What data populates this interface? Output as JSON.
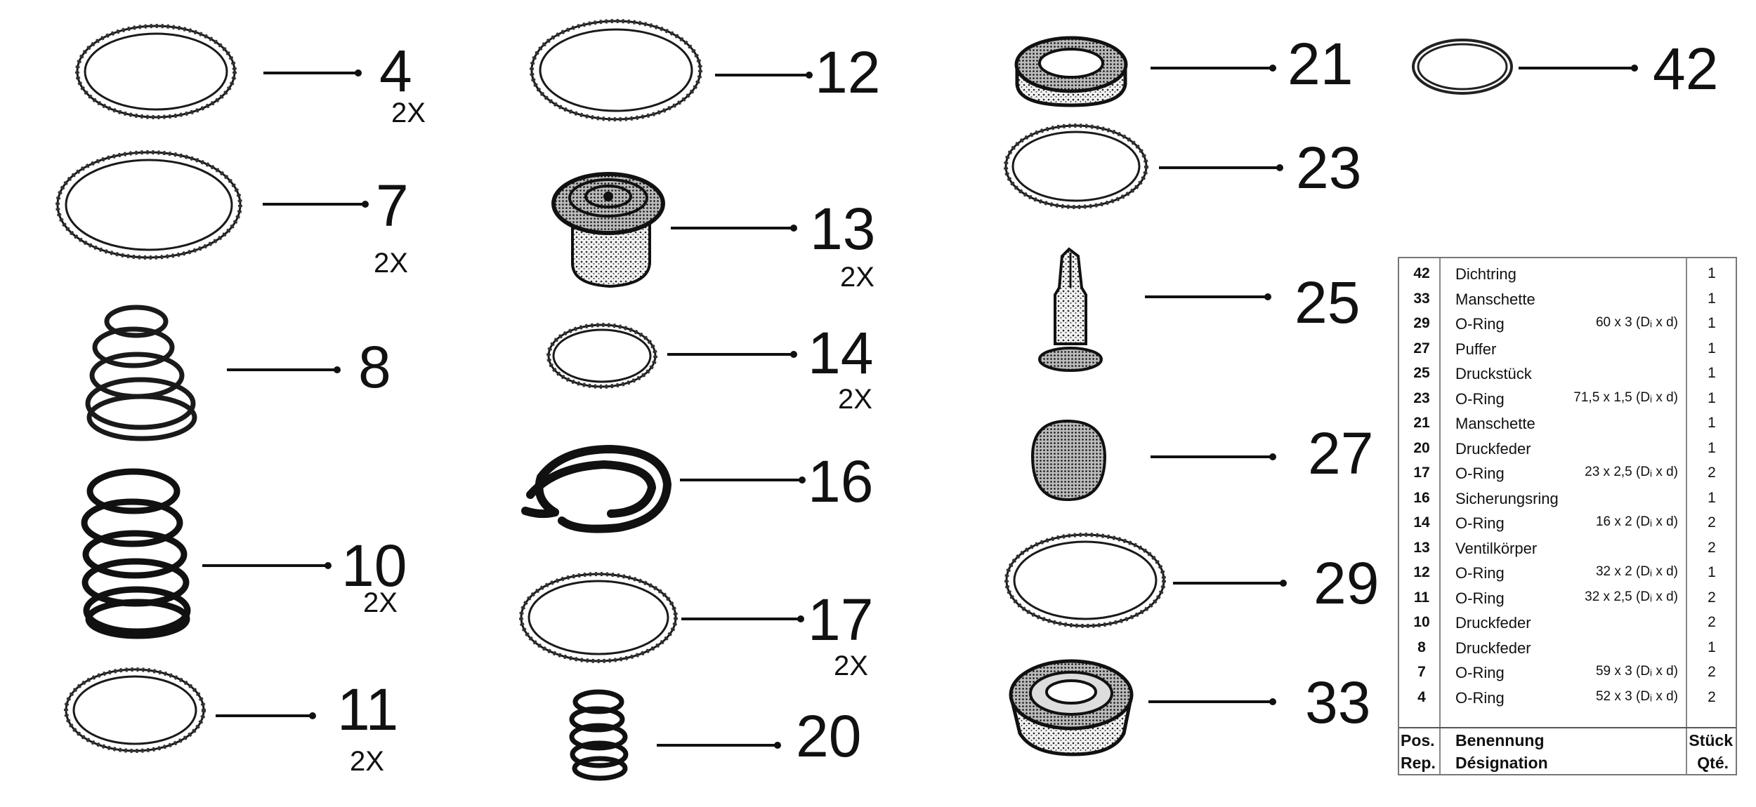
{
  "callouts": [
    {
      "id": "4",
      "label": "4",
      "qty": "2X"
    },
    {
      "id": "7",
      "label": "7",
      "qty": "2X"
    },
    {
      "id": "8",
      "label": "8",
      "qty": ""
    },
    {
      "id": "10",
      "label": "10",
      "qty": "2X"
    },
    {
      "id": "11",
      "label": "11",
      "qty": "2X"
    },
    {
      "id": "12",
      "label": "12",
      "qty": ""
    },
    {
      "id": "13",
      "label": "13",
      "qty": "2X"
    },
    {
      "id": "14",
      "label": "14",
      "qty": "2X"
    },
    {
      "id": "16",
      "label": "16",
      "qty": ""
    },
    {
      "id": "17",
      "label": "17",
      "qty": "2X"
    },
    {
      "id": "20",
      "label": "20",
      "qty": ""
    },
    {
      "id": "21",
      "label": "21",
      "qty": ""
    },
    {
      "id": "23",
      "label": "23",
      "qty": ""
    },
    {
      "id": "25",
      "label": "25",
      "qty": ""
    },
    {
      "id": "27",
      "label": "27",
      "qty": ""
    },
    {
      "id": "29",
      "label": "29",
      "qty": ""
    },
    {
      "id": "33",
      "label": "33",
      "qty": ""
    },
    {
      "id": "42",
      "label": "42",
      "qty": ""
    }
  ],
  "table": {
    "rows": [
      {
        "pos": "42",
        "name": "Dichtring",
        "dim": "",
        "qty": "1"
      },
      {
        "pos": "33",
        "name": "Manschette",
        "dim": "",
        "qty": "1"
      },
      {
        "pos": "29",
        "name": "O-Ring",
        "dim": "60 x 3 (Dᵢ x d)",
        "qty": "1"
      },
      {
        "pos": "27",
        "name": "Puffer",
        "dim": "",
        "qty": "1"
      },
      {
        "pos": "25",
        "name": "Druckstück",
        "dim": "",
        "qty": "1"
      },
      {
        "pos": "23",
        "name": "O-Ring",
        "dim": "71,5 x 1,5 (Dᵢ x d)",
        "qty": "1"
      },
      {
        "pos": "21",
        "name": "Manschette",
        "dim": "",
        "qty": "1"
      },
      {
        "pos": "20",
        "name": "Druckfeder",
        "dim": "",
        "qty": "1"
      },
      {
        "pos": "17",
        "name": "O-Ring",
        "dim": "23 x 2,5 (Dᵢ x d)",
        "qty": "2"
      },
      {
        "pos": "16",
        "name": "Sicherungsring",
        "dim": "",
        "qty": "1"
      },
      {
        "pos": "14",
        "name": "O-Ring",
        "dim": "16 x 2 (Dᵢ x d)",
        "qty": "2"
      },
      {
        "pos": "13",
        "name": "Ventilkörper",
        "dim": "",
        "qty": "2"
      },
      {
        "pos": "12",
        "name": "O-Ring",
        "dim": "32 x 2 (Dᵢ x d)",
        "qty": "1"
      },
      {
        "pos": "11",
        "name": "O-Ring",
        "dim": "32 x 2,5 (Dᵢ x d)",
        "qty": "2"
      },
      {
        "pos": "10",
        "name": "Druckfeder",
        "dim": "",
        "qty": "2"
      },
      {
        "pos": "8",
        "name": "Druckfeder",
        "dim": "",
        "qty": "1"
      },
      {
        "pos": "7",
        "name": "O-Ring",
        "dim": "59 x 3 (Dᵢ x d)",
        "qty": "2"
      },
      {
        "pos": "4",
        "name": "O-Ring",
        "dim": "52 x 3 (Dᵢ x d)",
        "qty": "2"
      }
    ],
    "header": {
      "pos_de": "Pos.",
      "pos_fr": "Rep.",
      "name_de": "Benennung",
      "name_fr": "Désignation",
      "qty_de": "Stück",
      "qty_fr": "Qté."
    }
  }
}
